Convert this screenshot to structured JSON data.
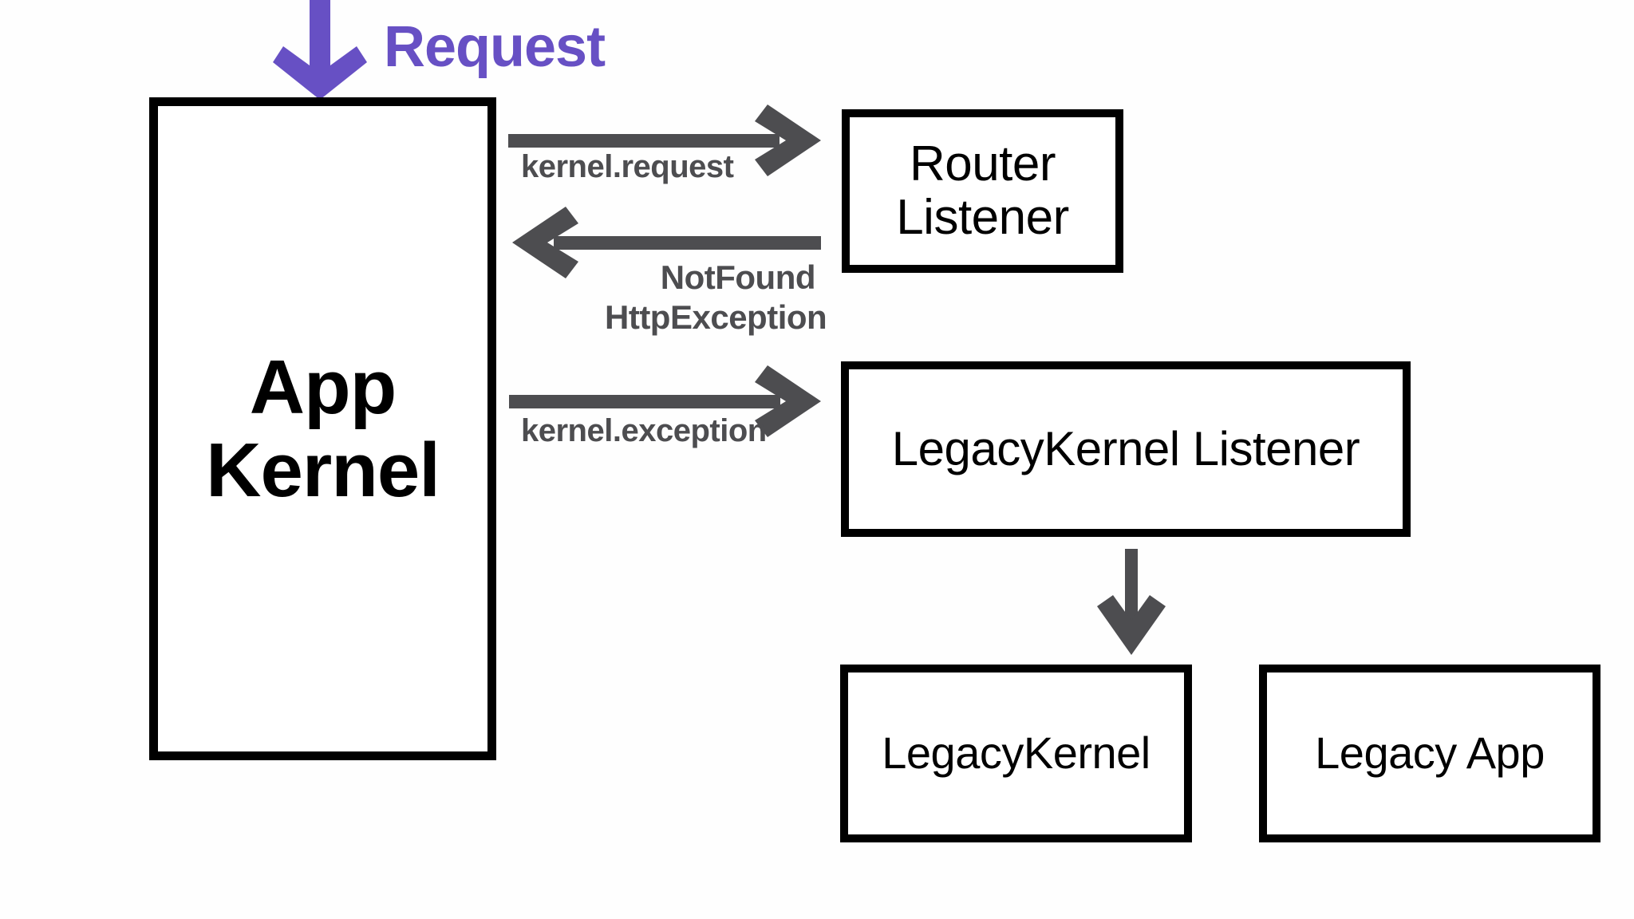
{
  "diagram": {
    "title": "Symfony kernel request / exception flow",
    "background": "#fefefe",
    "colors": {
      "node_border": "#000000",
      "node_fill": "#ffffff",
      "arrow_gray": "#4d4d50",
      "accent_purple": "#6750c4",
      "text_black": "#000000"
    },
    "nodes": [
      {
        "id": "app-kernel",
        "label": "App\nKernel",
        "shape": "rectangle"
      },
      {
        "id": "router-listener",
        "label": "Router\nListener",
        "shape": "rectangle"
      },
      {
        "id": "legacykernel-listener",
        "label": "LegacyKernel Listener",
        "shape": "rectangle"
      },
      {
        "id": "legacykernel",
        "label": "LegacyKernel",
        "shape": "rectangle"
      },
      {
        "id": "legacy-app",
        "label": "Legacy App",
        "shape": "rectangle"
      }
    ],
    "entry": {
      "label": "Request",
      "arrow": "down-arrow-purple",
      "color": "#6750c4",
      "target": "app-kernel"
    },
    "edges": [
      {
        "id": "kernel-request",
        "label": "kernel.request",
        "from": "app-kernel",
        "to": "router-listener",
        "direction": "right",
        "color": "#4d4d50"
      },
      {
        "id": "notfound-httpexception",
        "label": "NotFound\nHttpException",
        "from": "router-listener",
        "to": "app-kernel",
        "direction": "left",
        "color": "#4d4d50"
      },
      {
        "id": "kernel-exception",
        "label": "kernel.exception",
        "from": "app-kernel",
        "to": "legacykernel-listener",
        "direction": "right",
        "color": "#4d4d50"
      },
      {
        "id": "listener-to-legacykernel",
        "label": "",
        "from": "legacykernel-listener",
        "to": "legacykernel",
        "direction": "down",
        "color": "#4d4d50"
      }
    ]
  }
}
